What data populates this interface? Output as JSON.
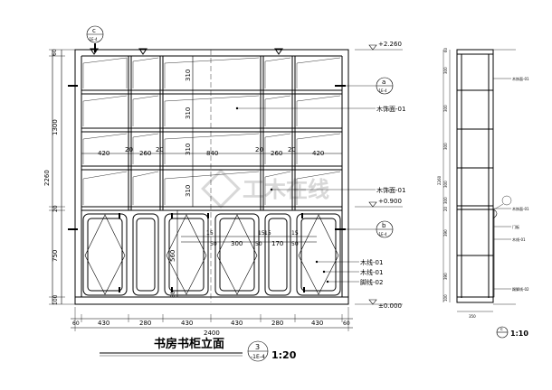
{
  "title": "书房书柜立面",
  "title_scale": "1:20",
  "drawing_no": {
    "num": "3",
    "sheet": "-1E-4"
  },
  "watermark": "工木在线",
  "elevations": {
    "top": "+2.260",
    "mid": "+0.900",
    "floor": "±0.000"
  },
  "widths_bottom": [
    "60",
    "430",
    "280",
    "430",
    "430",
    "280",
    "430",
    "60"
  ],
  "total_width": "2400",
  "widths_row": [
    "420",
    "20",
    "260",
    "20",
    "840",
    "20",
    "260",
    "20",
    "420"
  ],
  "heights_left": [
    "60",
    "1300",
    "20",
    "750",
    "100"
  ],
  "total_height": "2260",
  "heights_inner": [
    "310",
    "310",
    "310",
    "310"
  ],
  "inner_lower": [
    "560",
    "80"
  ],
  "door_dims": [
    "15",
    "50",
    "300",
    "15",
    "50",
    "15",
    "170",
    "50",
    "15"
  ],
  "labels": [
    "木饰面-01",
    "木饰面-01",
    "木线-01",
    "木线-01",
    "脚线-02"
  ],
  "markers": {
    "c": "c",
    "a": "a",
    "b": "b",
    "sub": "-1E-4"
  },
  "section": {
    "scale": "1:10",
    "marker": "c",
    "dims_top": [
      "2260"
    ],
    "dims_bottom": [
      "350"
    ],
    "labels": [
      "木饰面-01",
      "木饰面-01",
      "门板",
      "木线-01",
      "踢脚线-02"
    ],
    "heights": [
      "60",
      "300",
      "300",
      "300",
      "300",
      "300",
      "20",
      "390",
      "390",
      "100"
    ]
  }
}
